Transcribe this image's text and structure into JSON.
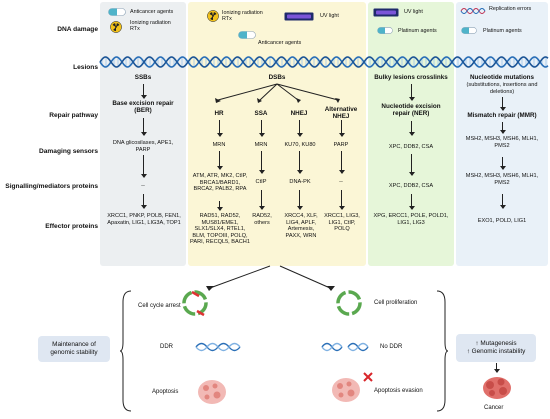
{
  "colors": {
    "panel_ber": "#eceff1",
    "panel_dsb": "#fbf6d6",
    "panel_ner": "#e6f6d9",
    "panel_mmr": "#e9f1f8",
    "info_box": "#dfe7f2",
    "dna_blue": "#2a6fb7",
    "dna_light": "#7fb1e2"
  },
  "row_labels": {
    "dna_damage": "DNA damage",
    "lesions": "Lesions",
    "repair_pathway": "Repair pathway",
    "damaging_sensors": "Damaging sensors",
    "signalling": "Signalling/mediators proteins",
    "effector": "Effector proteins"
  },
  "damage_agents": {
    "anticancer_1": "Anticancer agents",
    "ionizing_1": "Ionizing radiation RTx",
    "ionizing_2": "Ionizing radiation RTx",
    "anticancer_2": "Anticancer agents",
    "uv_1": "UV light",
    "uv_2": "UV light",
    "platinum_1": "Platinum agents",
    "replication": "Replication errors",
    "platinum_2": "Platinum agents"
  },
  "icons": {
    "pill": "pill-capsule-icon",
    "radiation": "radiation-hazard-icon",
    "uv_lamp": "uv-lamp-icon",
    "broken_dna": "broken-dna-icon",
    "arrest": "cell-cycle-arrest-icon",
    "proliferation": "cell-proliferation-icon",
    "cell": "cancer-cell-icon",
    "cross": "red-cross-icon"
  },
  "ber": {
    "lesion": "SSBs",
    "pathway": "Base excision repair (BER)",
    "sensors": "DNA glicosilases, APE1, PARP",
    "mediators": "--",
    "effectors": "XRCC1, PNKP, POLB, FEN1, Apaxatin, LIG1, LIG3A, TOP1"
  },
  "dsb": {
    "lesion": "DSBs",
    "hr": {
      "pathway": "HR",
      "sensors": "MRN",
      "mediators": "ATM, ATR, MK2, CtIP, BRCA1/BARD1, BRCA2, PALB2, RPA",
      "effectors": "RAD51, RAD52, MUS81/EME1, SLX1/SLX4, RTEL1, BLM, TOPOIII, POLQ, PARI, RECQL5, BACH1"
    },
    "ssa": {
      "pathway": "SSA",
      "sensors": "MRN",
      "mediators": "CtIP",
      "effectors": "RAD52, others"
    },
    "nhej": {
      "pathway": "NHEJ",
      "sensors": "KU70, KU80",
      "mediators": "DNA-PK",
      "effectors": "XRCC4, XLF, LIG4, APLF, Artemesis, PAXX, WRN"
    },
    "alt_nhej": {
      "pathway": "Alternative NHEJ",
      "sensors": "PARP",
      "mediators": "--",
      "effectors": "XRCC1, LIG3, LIG1, CtIP, POLQ"
    }
  },
  "ner": {
    "lesion": "Bulky lesions crosslinks",
    "pathway": "Nucleotide excision repair (NER)",
    "sensors": "XPC, DDB2, CSA",
    "mediators": "XPC, DDB2, CSA",
    "effectors": "XPG, ERCC1, POLE, POLD1, LIG1, LIG3"
  },
  "mmr": {
    "lesion": "Nucleotide mutations",
    "lesion_sub": "(substitutions, insertions and deletions)",
    "pathway": "Mismatch repair (MMR)",
    "sensors": "MSH2, MSH3, MSH6, MLH1, PMS2",
    "mediators": "MSH2, MSH3, MSH6, MLH1, PMS2",
    "effectors": "EXO1, POLD, LIG1"
  },
  "outcomes": {
    "left": {
      "arrest": "Cell cycle arrest",
      "ddr": "DDR",
      "apoptosis": "Apoptosis",
      "box": "Maintenance of genomic stability"
    },
    "right": {
      "proliferation": "Cell proliferation",
      "no_ddr": "No DDR",
      "evasion": "Apoptosis evasion",
      "box_line1": "↑ Mutagenesis",
      "box_line2": "↑ Genomic instability",
      "cancer": "Cancer"
    }
  }
}
